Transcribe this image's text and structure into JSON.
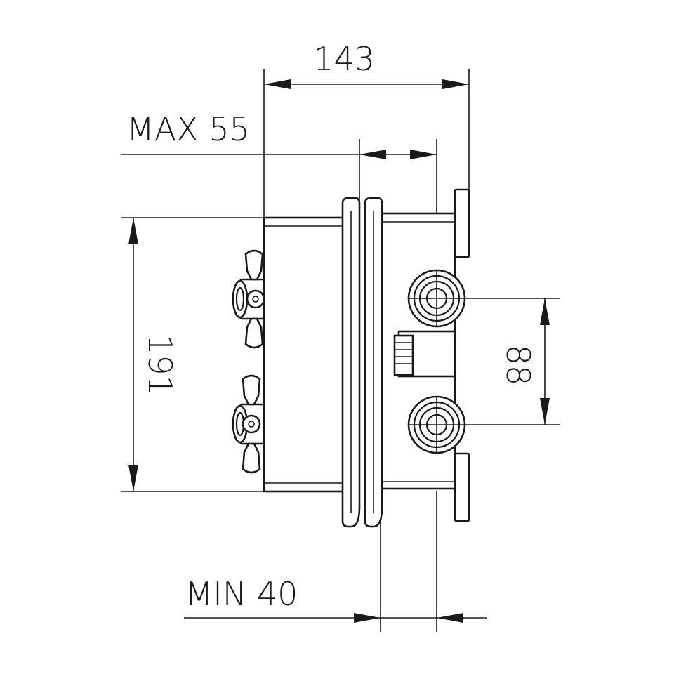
{
  "dimensions": {
    "overall_depth": "143",
    "max_depth": "MAX 55",
    "height": "191",
    "outlet_spacing": "88",
    "min_depth": "MIN 40"
  }
}
